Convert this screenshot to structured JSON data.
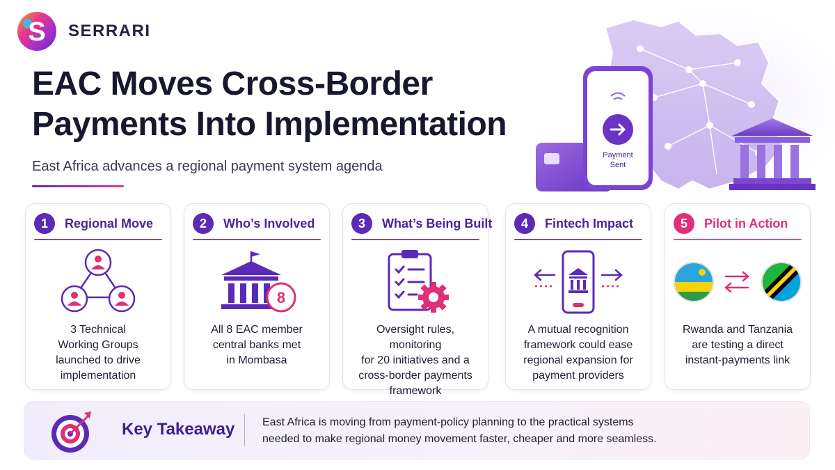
{
  "brand": {
    "name": "SERRARI",
    "logo_letter": "S"
  },
  "title": {
    "line1": "EAC Moves Cross-Border",
    "line2": "Payments Into Implementation"
  },
  "subtitle": "East Africa advances a regional payment system agenda",
  "hero": {
    "phone_text_line1": "Payment",
    "phone_text_line2": "Sent"
  },
  "cards": [
    {
      "number": "1",
      "title": "Regional Move",
      "icon": "network-people-icon",
      "lines": [
        "3 Technical",
        "Working Groups",
        "launched to drive",
        "implementation"
      ]
    },
    {
      "number": "2",
      "title": "Who’s Involved",
      "icon": "central-bank-icon",
      "badge": "8",
      "lines": [
        "All 8 EAC member",
        "central banks met",
        "in Mombasa"
      ]
    },
    {
      "number": "3",
      "title": "What’s Being Built",
      "icon": "checklist-gear-icon",
      "lines": [
        "Oversight rules, monitoring",
        "for 20 initiatives and a",
        "cross-border payments",
        "framework"
      ]
    },
    {
      "number": "4",
      "title": "Fintech Impact",
      "icon": "mobile-bank-arrows-icon",
      "lines": [
        "A mutual recognition",
        "framework could ease",
        "regional expansion for",
        "payment providers"
      ]
    },
    {
      "number": "5",
      "title": "Pilot in Action",
      "icon": "flags-exchange-icon",
      "lines": [
        "Rwanda and Tanzania",
        "are testing a direct",
        "instant-payments link"
      ]
    }
  ],
  "takeaway": {
    "label": "Key Takeaway",
    "line1": "East Africa is moving from payment-policy planning to the practical systems",
    "line2": "needed to make regional money movement faster, cheaper and more seamless."
  },
  "colors": {
    "primary": "#5b2ab6",
    "accent": "#e02f78",
    "title": "#17172e"
  }
}
